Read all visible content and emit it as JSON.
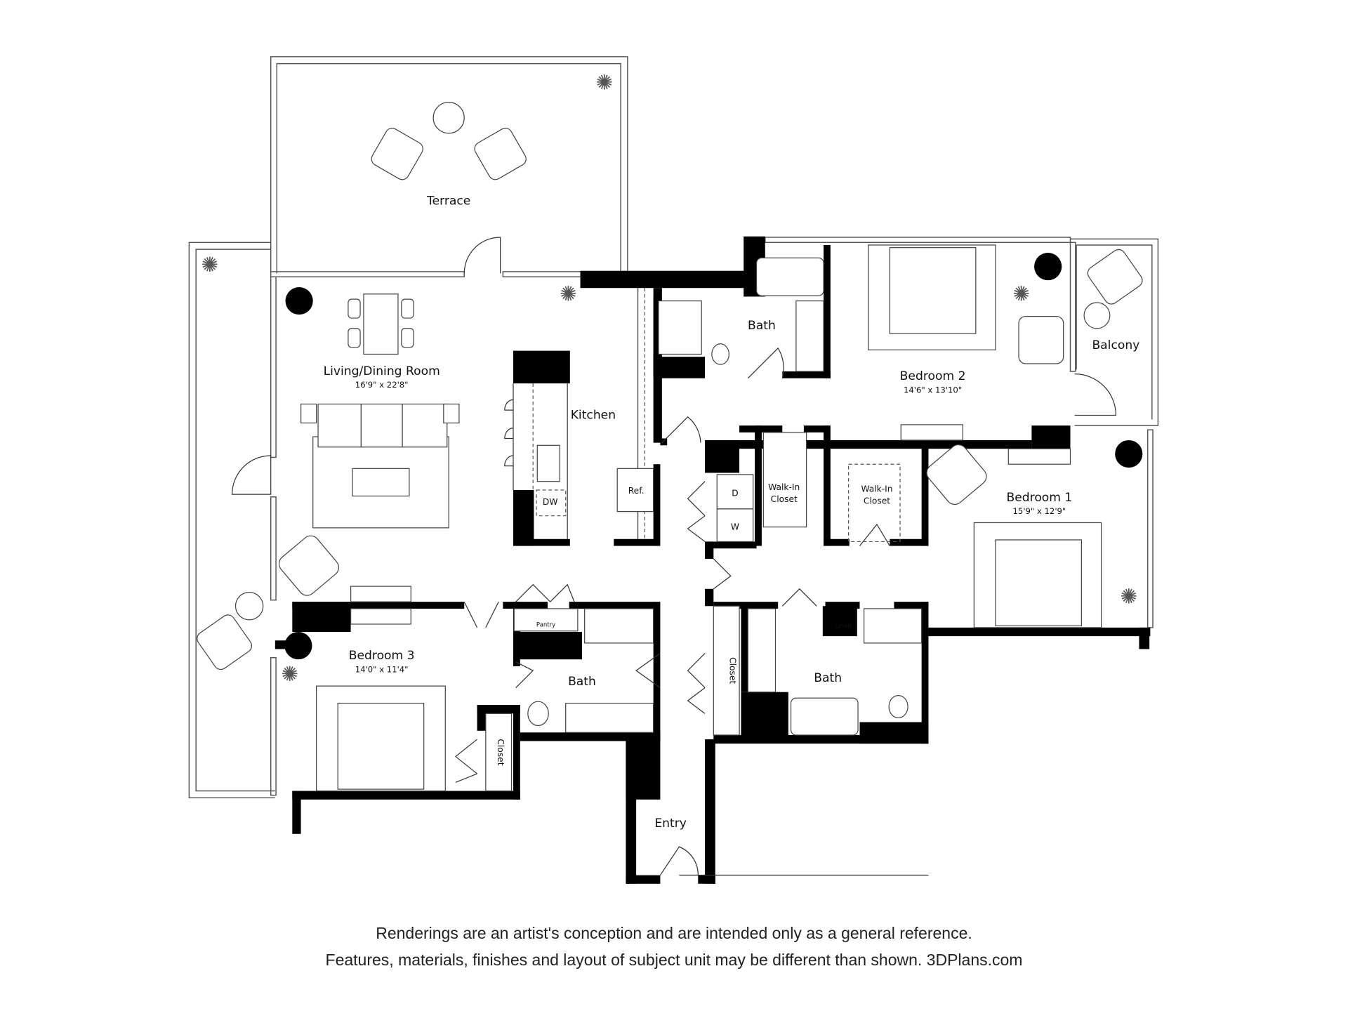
{
  "rooms": {
    "terrace": {
      "name": "Terrace"
    },
    "living": {
      "name": "Living/Dining Room",
      "size": "16'9\" x 22'8\""
    },
    "kitchen": {
      "name": "Kitchen",
      "dw": "DW",
      "ref": "Ref."
    },
    "bath_top": {
      "name": "Bath"
    },
    "bedroom2": {
      "name": "Bedroom 2",
      "size": "14'6\" x 13'10\""
    },
    "balcony": {
      "name": "Balcony"
    },
    "bedroom1": {
      "name": "Bedroom 1",
      "size": "15'9\" x 12'9\""
    },
    "walkin1": {
      "name_line1": "Walk-In",
      "name_line2": "Closet"
    },
    "walkin2": {
      "name_line1": "Walk-In",
      "name_line2": "Closet"
    },
    "laundry": {
      "dryer": "D",
      "washer": "W"
    },
    "bedroom3": {
      "name": "Bedroom 3",
      "size": "14'0\" x 11'4\""
    },
    "pantry": {
      "name": "Pantry"
    },
    "bath_left": {
      "name": "Bath"
    },
    "bath_right": {
      "name": "Bath"
    },
    "linen": {
      "name": "Linen"
    },
    "closet_b3": {
      "name": "Closet"
    },
    "closet_hall": {
      "name": "Closet"
    },
    "entry": {
      "name": "Entry"
    }
  },
  "footer": {
    "line1": "Renderings are an artist's conception and are intended only as a general reference.",
    "line2": "Features, materials, finishes and layout of subject unit may be different than shown. 3DPlans.com"
  }
}
